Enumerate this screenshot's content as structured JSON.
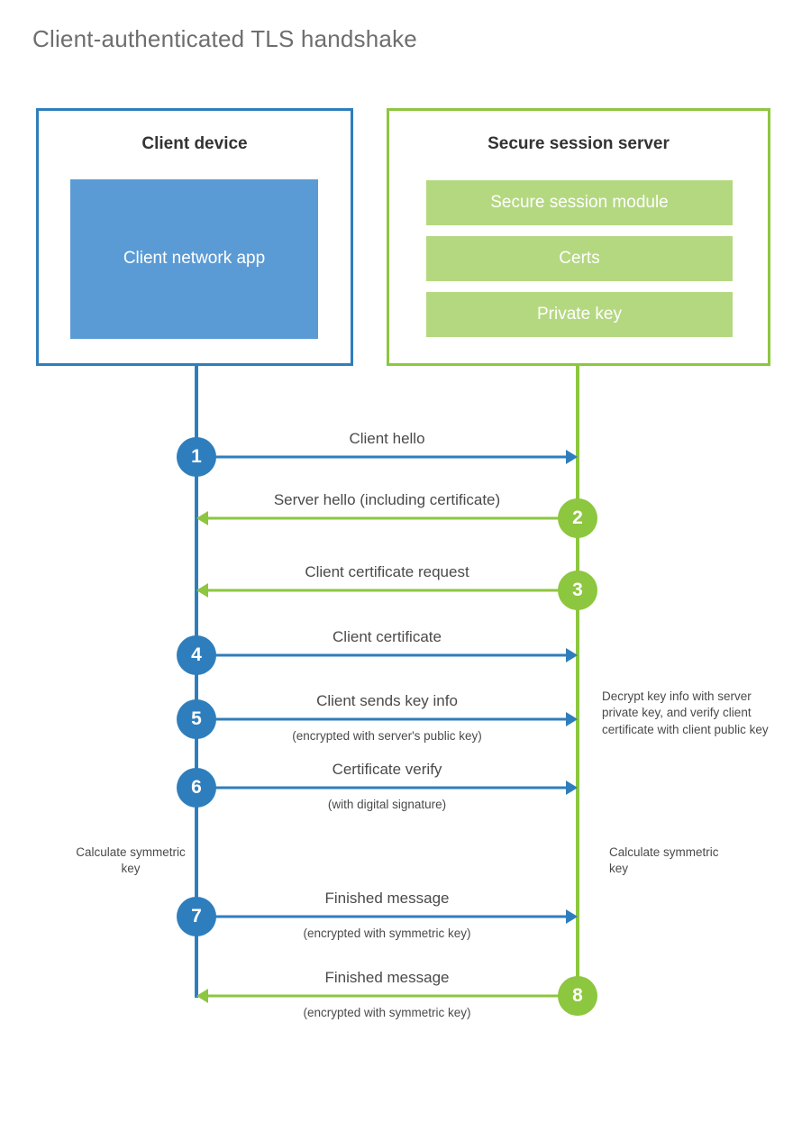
{
  "title": "Client-authenticated TLS handshake",
  "colors": {
    "client_border": "#2e7ebd",
    "client_fill": "#5b9bd5",
    "server_border": "#8dc63f",
    "server_fill": "#b4d880",
    "text": "#4a4a4a",
    "title": "#6e6e6e"
  },
  "client": {
    "title": "Client device",
    "app_label": "Client network app"
  },
  "server": {
    "title": "Secure session server",
    "components": [
      {
        "label": "Secure session module"
      },
      {
        "label": "Certs"
      },
      {
        "label": "Private key"
      }
    ]
  },
  "steps": [
    {
      "number": "1",
      "label": "Client hello",
      "sub": "",
      "direction": "client-to-server",
      "color": "blue"
    },
    {
      "number": "2",
      "label": "Server hello (including certificate)",
      "sub": "",
      "direction": "server-to-client",
      "color": "green"
    },
    {
      "number": "3",
      "label": "Client certificate request",
      "sub": "",
      "direction": "server-to-client",
      "color": "green"
    },
    {
      "number": "4",
      "label": "Client certificate",
      "sub": "",
      "direction": "client-to-server",
      "color": "blue"
    },
    {
      "number": "5",
      "label": "Client sends key info",
      "sub": "(encrypted with server's public key)",
      "direction": "client-to-server",
      "color": "blue"
    },
    {
      "number": "6",
      "label": "Certificate verify",
      "sub": "(with digital signature)",
      "direction": "client-to-server",
      "color": "blue"
    },
    {
      "number": "7",
      "label": "Finished message",
      "sub": "(encrypted with symmetric key)",
      "direction": "client-to-server",
      "color": "blue"
    },
    {
      "number": "8",
      "label": "Finished message",
      "sub": "(encrypted with symmetric key)",
      "direction": "server-to-client",
      "color": "green"
    }
  ],
  "notes": {
    "decrypt": "Decrypt key info with server private key, and verify client certificate with client public key",
    "calculate_client": "Calculate symmetric key",
    "calculate_server": "Calculate symmetric key"
  }
}
